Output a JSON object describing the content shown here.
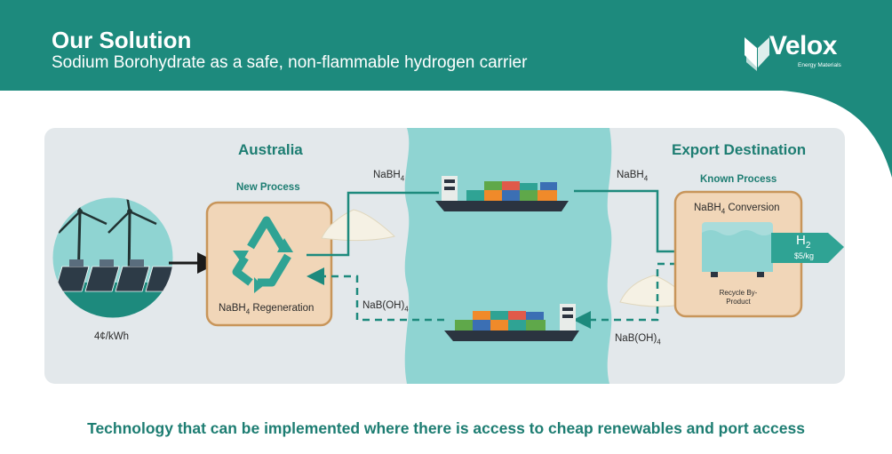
{
  "header": {
    "title": "Our Solution",
    "subtitle": "Sodium Borohydrate as a safe, non-flammable hydrogen carrier"
  },
  "logo": {
    "name": "Velox",
    "tagline": "Energy Materials",
    "icon": "leaf-logo-icon"
  },
  "diagram": {
    "left_region": "Australia",
    "right_region": "Export Destination",
    "new_process_label": "New Process",
    "known_process_label": "Known Process",
    "regeneration_box_base": "NaBH",
    "regeneration_box_sub": "4",
    "regeneration_box_rest": " Regeneration",
    "conversion_box_base": "NaBH",
    "conversion_box_sub": "4",
    "conversion_box_rest": " Conversion",
    "energy_cost": "4¢/kWh",
    "output_symbol": "H",
    "output_sub": "2",
    "output_price": "$5/kg",
    "recycle_label_line1": "Recycle By-",
    "recycle_label_line2": "Product",
    "flow_out_left_base": "NaBH",
    "flow_out_left_sub": "4",
    "flow_out_right_base": "NaBH",
    "flow_out_right_sub": "4",
    "flow_back_left_base": "NaB(OH)",
    "flow_back_left_sub": "4",
    "flow_back_right_base": "NaB(OH)",
    "flow_back_right_sub": "4"
  },
  "footer": {
    "text": "Technology that can be implemented where there is access to cheap renewables and port access"
  },
  "colors": {
    "primary_teal": "#1d8a7d",
    "ocean": "#8fd4d2",
    "panel": "#e3e8eb",
    "process_box": "#f1d6b8",
    "process_border": "#c8955a",
    "footer_text": "#1d7d72"
  }
}
